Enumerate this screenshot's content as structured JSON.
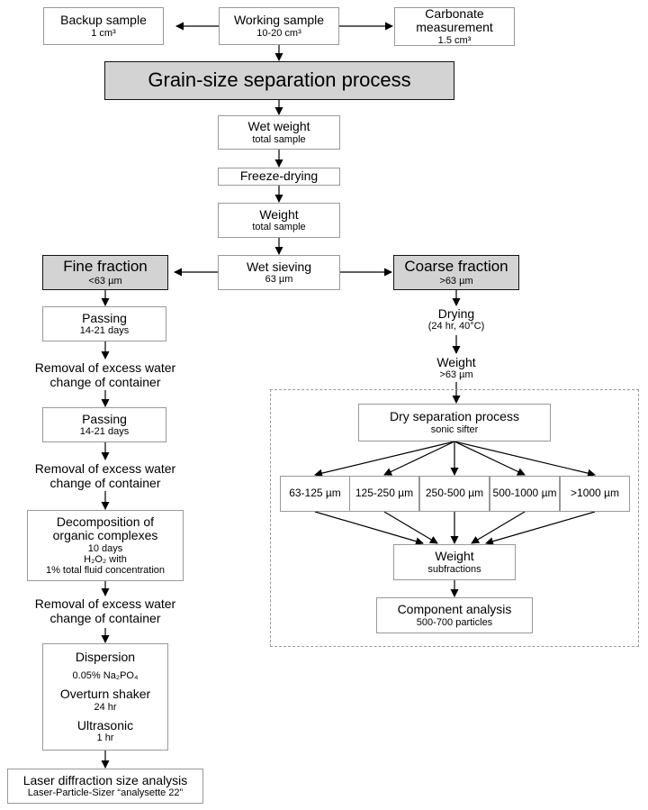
{
  "backup": {
    "title": "Backup sample",
    "sub": "1 cm³"
  },
  "working": {
    "title": "Working sample",
    "sub": "10-20 cm³"
  },
  "carbonate": {
    "title1": "Carbonate",
    "title2": "measurement",
    "sub": "1.5 cm³"
  },
  "grain": {
    "title": "Grain-size separation process"
  },
  "wet_weight": {
    "title": "Wet weight",
    "sub": "total sample"
  },
  "freeze": {
    "title": "Freeze-drying"
  },
  "weight_total": {
    "title": "Weight",
    "sub": "total sample"
  },
  "wet_sieving": {
    "title": "Wet sieving",
    "sub": "63 µm"
  },
  "fine": {
    "title": "Fine fraction",
    "sub": "<63 µm"
  },
  "coarse": {
    "title": "Coarse fraction",
    "sub": ">63 µm"
  },
  "passing1": {
    "title": "Passing",
    "sub": "14-21 days"
  },
  "removal1": {
    "line1": "Removal of excess water",
    "line2": "change of container"
  },
  "passing2": {
    "title": "Passing",
    "sub": "14-21 days"
  },
  "removal2": {
    "line1": "Removal of excess water",
    "line2": "change of container"
  },
  "decomp": {
    "line1": "Decomposition of",
    "line2": "organic complexes",
    "sub1": "10 days",
    "reagent": "H₂O₂  with",
    "sub2": "1% total fluid concentration"
  },
  "removal3": {
    "line1": "Removal of excess water",
    "line2": "change of container"
  },
  "dispersion": {
    "title1": "Dispersion",
    "conc": "0.05% Na₂PO₄",
    "title2": "Overturn shaker",
    "sub2": "24 hr",
    "title3": "Ultrasonic",
    "sub3": "1 hr"
  },
  "laser": {
    "title": "Laser diffraction size analysis",
    "sub": "Laser-Particle-Sizer “analysette 22”"
  },
  "drying": {
    "title": "Drying",
    "sub": "(24 hr, 40°C)"
  },
  "weight_coarse": {
    "title": "Weight",
    "sub": ">63 µm"
  },
  "dry_sep": {
    "title": "Dry separation process",
    "sub": "sonic sifter"
  },
  "fractions": [
    "63-125 µm",
    "125-250 µm",
    "250-500 µm",
    "500-1000 µm",
    ">1000 µm"
  ],
  "weight_sub": {
    "title": "Weight",
    "sub": "subfractions"
  },
  "component": {
    "title": "Component analysis",
    "sub": "500-700 particles"
  }
}
